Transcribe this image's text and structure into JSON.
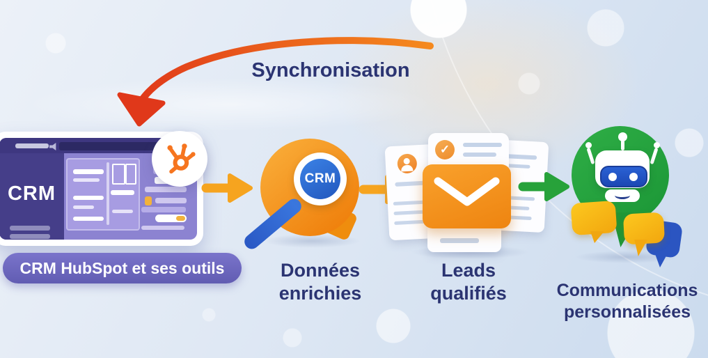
{
  "meta": {
    "type": "infographic-diagram",
    "language": "fr"
  },
  "title": {
    "text": "Synchronisation"
  },
  "icons": {
    "check": "✓"
  },
  "steps": [
    {
      "id": "crm-hubspot",
      "label": "CRM HubSpot et ses outils",
      "illustration": "crm-window",
      "screen_text": "CRM"
    },
    {
      "id": "donnees-enrichies",
      "label": "Données enrichies",
      "illustration": "speech-bubble-magnifier",
      "lens_text": "CRM"
    },
    {
      "id": "leads-qualifies",
      "label": "Leads qualifiés",
      "illustration": "documents-envelope"
    },
    {
      "id": "communications-personnalisees",
      "label": "Communications personnalisées",
      "illustration": "chatbot-speech-bubbles"
    }
  ],
  "connectors": [
    {
      "from": "crm-hubspot",
      "to": "donnees-enrichies",
      "style": "straight-right",
      "color": "#f6a41f"
    },
    {
      "from": "donnees-enrichies",
      "to": "leads-qualifies",
      "style": "straight-right",
      "color": "#f6a41f"
    },
    {
      "from": "leads-qualifies",
      "to": "communications-personnalisees",
      "style": "straight-right",
      "color": "#27a23a"
    },
    {
      "from": "top-right",
      "to": "crm-hubspot",
      "style": "curved-down-left",
      "color": "#e0381a"
    }
  ],
  "palette": {
    "navy_text": "#2b3472",
    "orange_arrow": "#f6a41f",
    "hubspot_orange": "#f6751f",
    "green_arrow": "#27a23a",
    "red_arrow": "#e0381a",
    "purple_pill": "#6e68bd",
    "window_purple": "#473f8c",
    "lens_blue": "#2d6fd6",
    "robot_green": "#23a33f",
    "bubble_yellow": "#f6b915",
    "bubble_blue": "#2b55c1"
  }
}
